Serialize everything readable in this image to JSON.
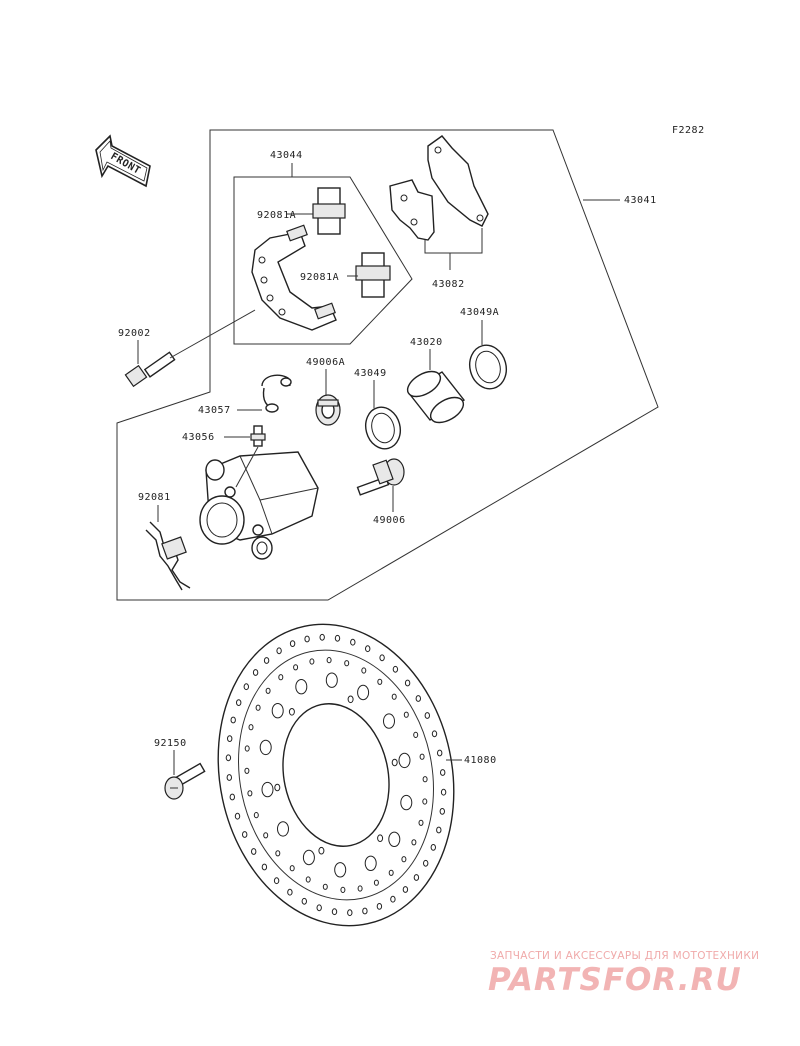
{
  "figure_code": "F2282",
  "front_marker": "FRONT",
  "parts": {
    "p43041": "43041",
    "p43044": "43044",
    "p92081a_1": "92081A",
    "p92081a_2": "92081A",
    "p43082": "43082",
    "p92002": "92002",
    "p43049a": "43049A",
    "p43020": "43020",
    "p49006a": "49006A",
    "p43049": "43049",
    "p43057": "43057",
    "p43056": "43056",
    "p92081": "92081",
    "p49006": "49006",
    "p92150": "92150",
    "p41080": "41080"
  },
  "watermark": {
    "tagline": "ЗАПЧАСТИ И АКСЕССУАРЫ ДЛЯ МОТОТЕХНИКИ",
    "site": "PARTSFOR.RU"
  }
}
